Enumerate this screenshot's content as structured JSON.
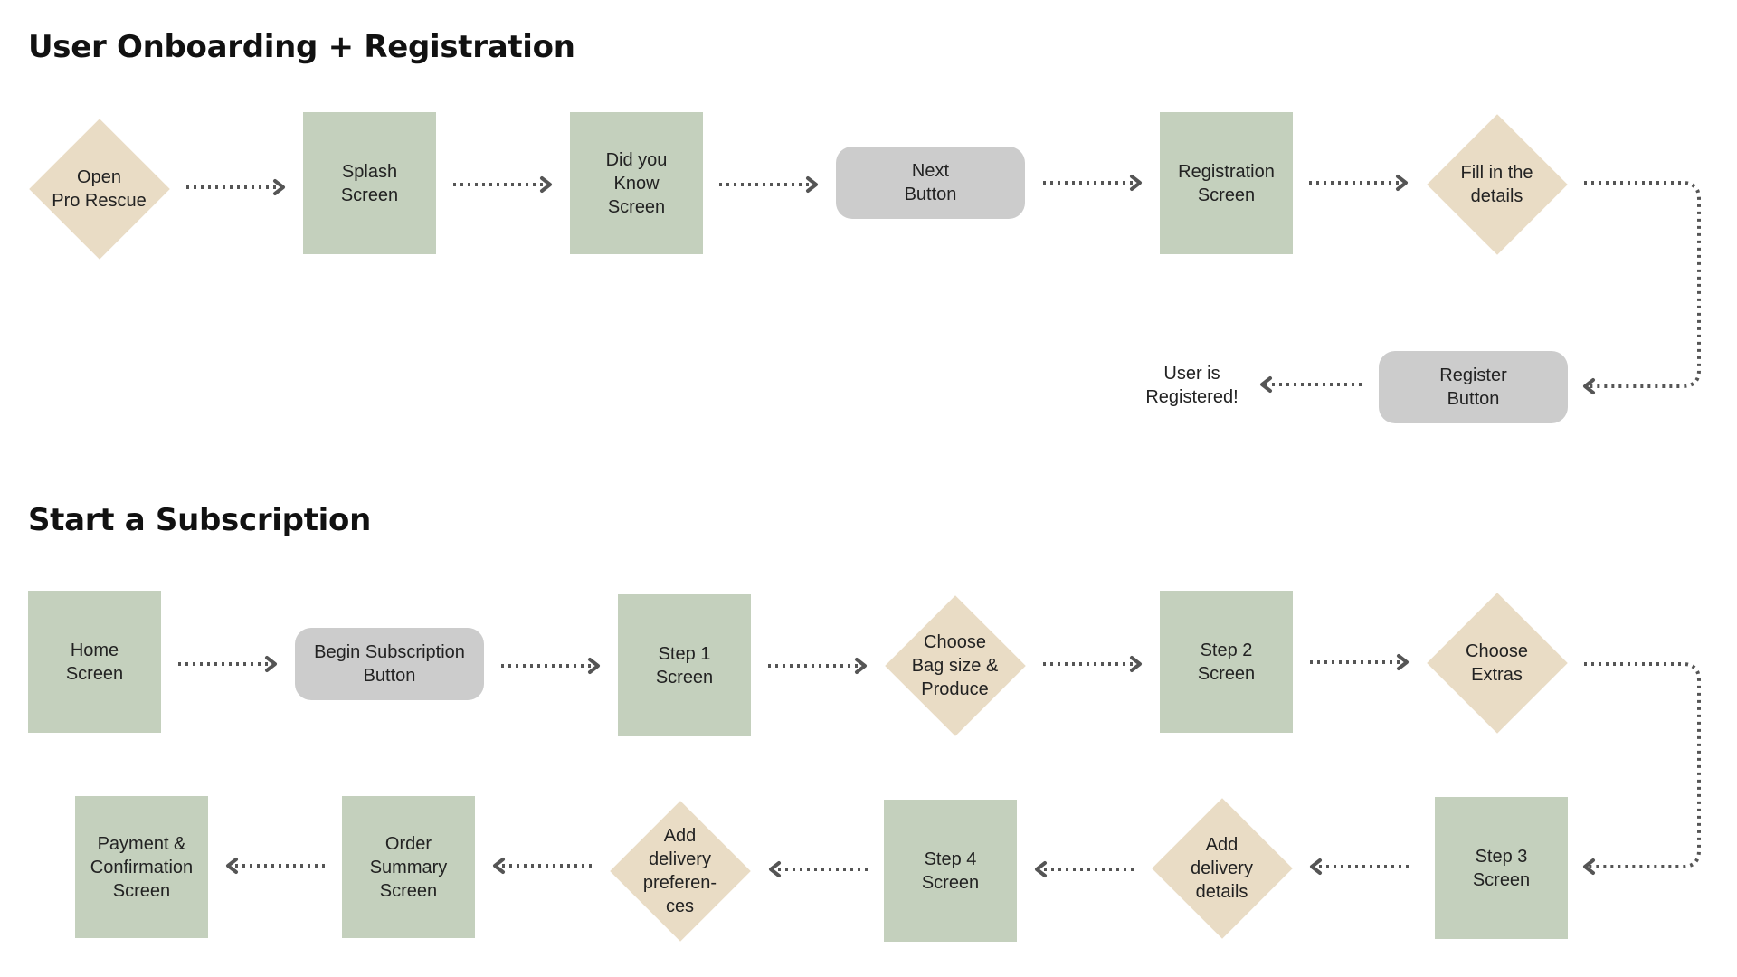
{
  "colors": {
    "screen": "#c4d0bd",
    "button": "#cccccc",
    "decision": "#e9dcc5",
    "connector": "#555555"
  },
  "sections": [
    {
      "title": "User Onboarding + Registration",
      "nodes": [
        {
          "label": "Open\nPro Rescue",
          "kind": "decision"
        },
        {
          "label": "Splash\nScreen",
          "kind": "screen"
        },
        {
          "label": "Did you\nKnow\nScreen",
          "kind": "screen"
        },
        {
          "label": "Next\nButton",
          "kind": "button"
        },
        {
          "label": "Registration\nScreen",
          "kind": "screen"
        },
        {
          "label": "Fill in the\ndetails",
          "kind": "decision"
        },
        {
          "label": "Register\nButton",
          "kind": "button"
        },
        {
          "label": "User is\nRegistered!",
          "kind": "text"
        }
      ]
    },
    {
      "title": "Start a Subscription",
      "nodes": [
        {
          "label": "Home\nScreen",
          "kind": "screen"
        },
        {
          "label": "Begin Subscription\nButton",
          "kind": "button"
        },
        {
          "label": "Step 1\nScreen",
          "kind": "screen"
        },
        {
          "label": "Choose\nBag size &\nProduce",
          "kind": "decision"
        },
        {
          "label": "Step 2\nScreen",
          "kind": "screen"
        },
        {
          "label": "Choose\nExtras",
          "kind": "decision"
        },
        {
          "label": "Step 3\nScreen",
          "kind": "screen"
        },
        {
          "label": "Add\ndelivery\ndetails",
          "kind": "decision"
        },
        {
          "label": "Step 4\nScreen",
          "kind": "screen"
        },
        {
          "label": "Add\ndelivery\npreferen-\nces",
          "kind": "decision"
        },
        {
          "label": "Order\nSummary\nScreen",
          "kind": "screen"
        },
        {
          "label": "Payment &\nConfirmation\nScreen",
          "kind": "screen"
        }
      ]
    }
  ]
}
